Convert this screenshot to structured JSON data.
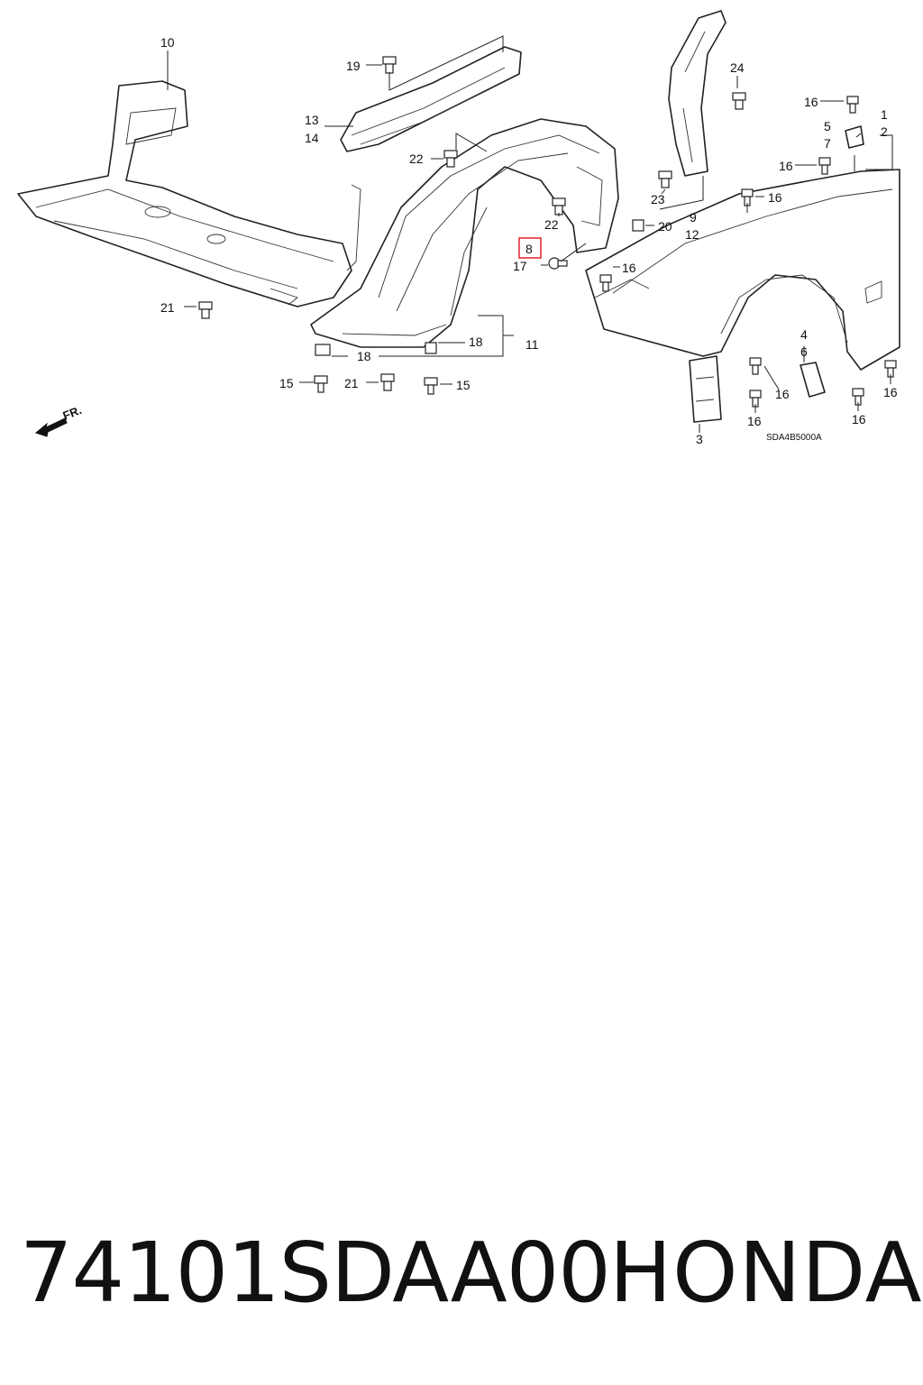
{
  "callouts": {
    "c1": "1",
    "c2": "2",
    "c3": "3",
    "c4": "4",
    "c5": "5",
    "c6": "6",
    "c7": "7",
    "c8": "8",
    "c9": "9",
    "c10": "10",
    "c11": "11",
    "c12": "12",
    "c13": "13",
    "c14": "14",
    "c15a": "15",
    "c15b": "15",
    "c16a": "16",
    "c16b": "16",
    "c16c": "16",
    "c16d": "16",
    "c16e": "16",
    "c16f": "16",
    "c16g": "16",
    "c16h": "16",
    "c17": "17",
    "c18a": "18",
    "c18b": "18",
    "c19": "19",
    "c20": "20",
    "c21a": "21",
    "c21b": "21",
    "c22a": "22",
    "c22b": "22",
    "c23": "23",
    "c24": "24"
  },
  "front_arrow_label": "FR.",
  "diagram_code": "SDA4B5000A",
  "highlight_color": "#e8434f",
  "footer": {
    "part_number": "74101SDAA00",
    "brand": "HONDA"
  }
}
